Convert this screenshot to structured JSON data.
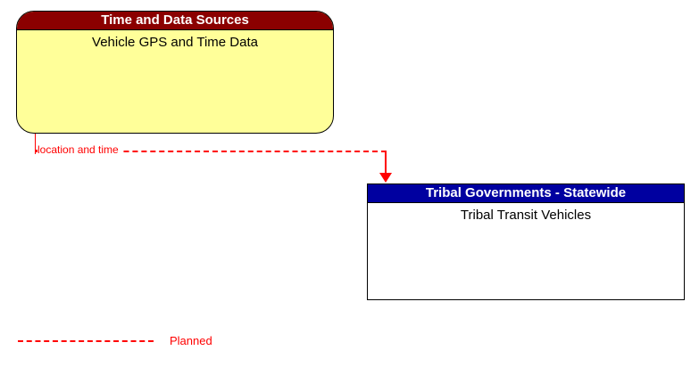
{
  "diagram": {
    "type": "interface-flow-diagram",
    "background_color": "#ffffff"
  },
  "nodes": [
    {
      "id": "source",
      "stakeholder": "Time and Data Sources",
      "name": "Vehicle GPS and Time Data",
      "header_color": "#8b0000",
      "header_text_color": "#ffffff",
      "body_color": "#ffff99",
      "shape": "rounded-rectangle"
    },
    {
      "id": "destination",
      "stakeholder": "Tribal Governments - Statewide",
      "name": "Tribal Transit Vehicles",
      "header_color": "#0000a0",
      "header_text_color": "#ffffff",
      "body_color": "#ffffff",
      "shape": "rectangle"
    }
  ],
  "flows": [
    {
      "id": "flow-location-and-time",
      "label": "location and time",
      "from": "source",
      "to": "destination",
      "style": "dashed",
      "status": "Planned",
      "color": "#ff0000",
      "direction": "down"
    }
  ],
  "legend": {
    "entries": [
      {
        "label": "Planned",
        "line_style": "dashed",
        "color": "#ff0000"
      }
    ]
  }
}
